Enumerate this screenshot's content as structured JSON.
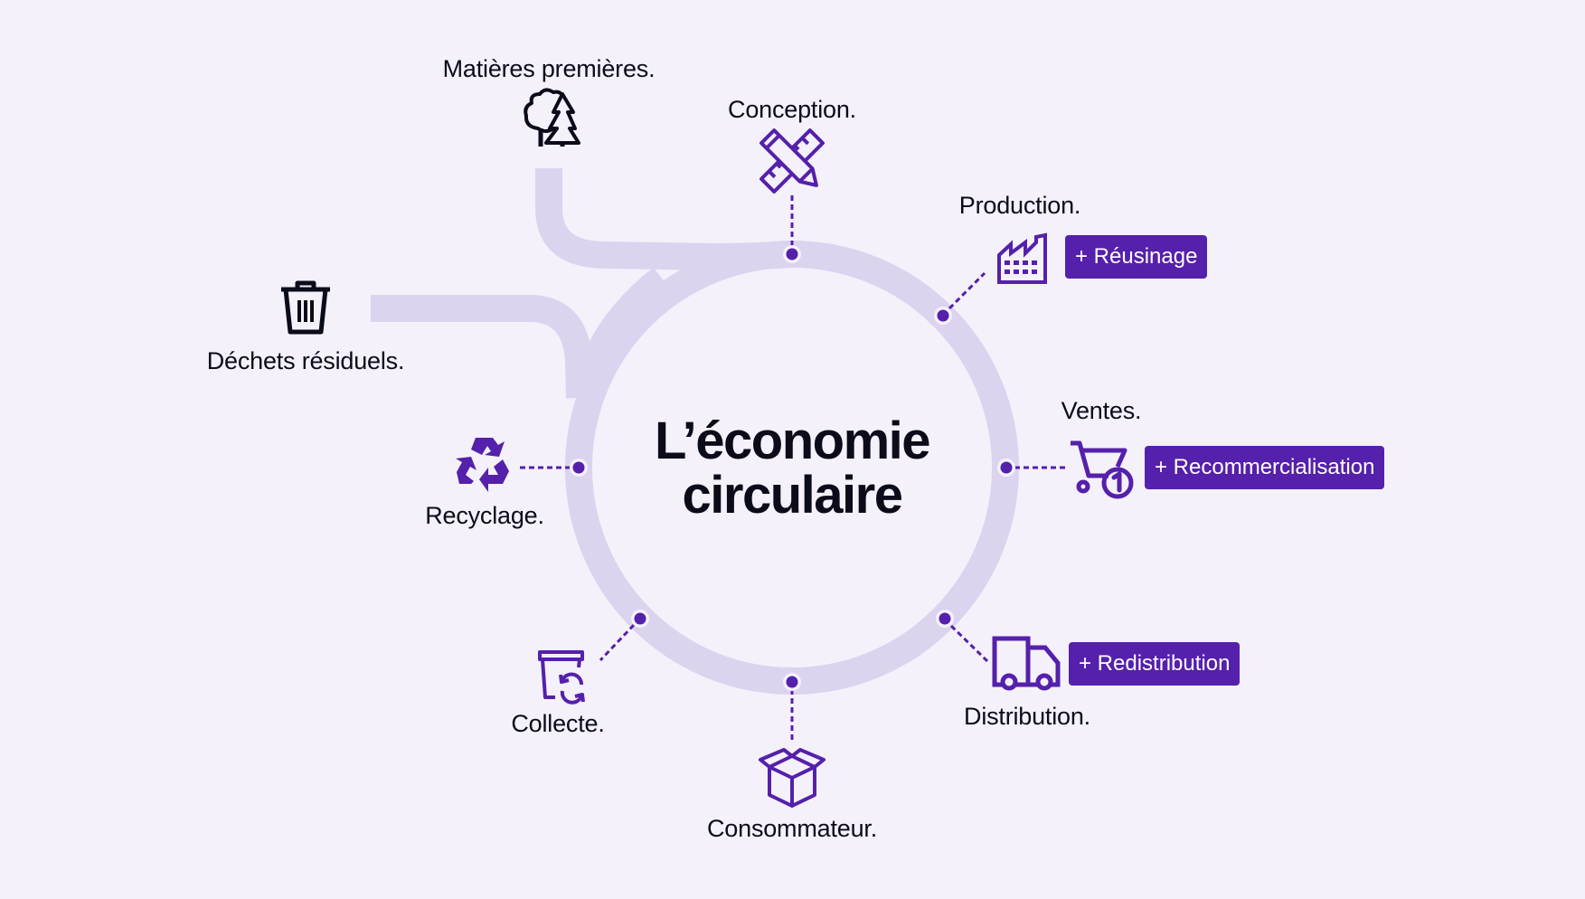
{
  "title": {
    "line1": "L’économie",
    "line2": "circulaire"
  },
  "colors": {
    "background": "#F4F1FB",
    "ring": "#DCD3EF",
    "accent": "#5520AB",
    "text": "#0B0B1A"
  },
  "inputs": {
    "raw_materials": {
      "label": "Matières premières.",
      "icon": "trees-icon"
    },
    "residual_waste": {
      "label": "Déchets résiduels.",
      "icon": "trash-icon"
    }
  },
  "stages": [
    {
      "id": "conception",
      "label": "Conception.",
      "icon": "pencil-ruler-icon"
    },
    {
      "id": "production",
      "label": "Production.",
      "icon": "factory-icon",
      "badge": "+ Réusinage"
    },
    {
      "id": "ventes",
      "label": "Ventes.",
      "icon": "cart-icon",
      "badge": "+ Recommercialisation"
    },
    {
      "id": "distribution",
      "label": "Distribution.",
      "icon": "truck-icon",
      "badge": "+ Redistribution"
    },
    {
      "id": "consommateur",
      "label": "Consommateur.",
      "icon": "box-icon"
    },
    {
      "id": "collecte",
      "label": "Collecte.",
      "icon": "collection-bin-icon"
    },
    {
      "id": "recyclage",
      "label": "Recyclage.",
      "icon": "recycle-icon"
    }
  ]
}
